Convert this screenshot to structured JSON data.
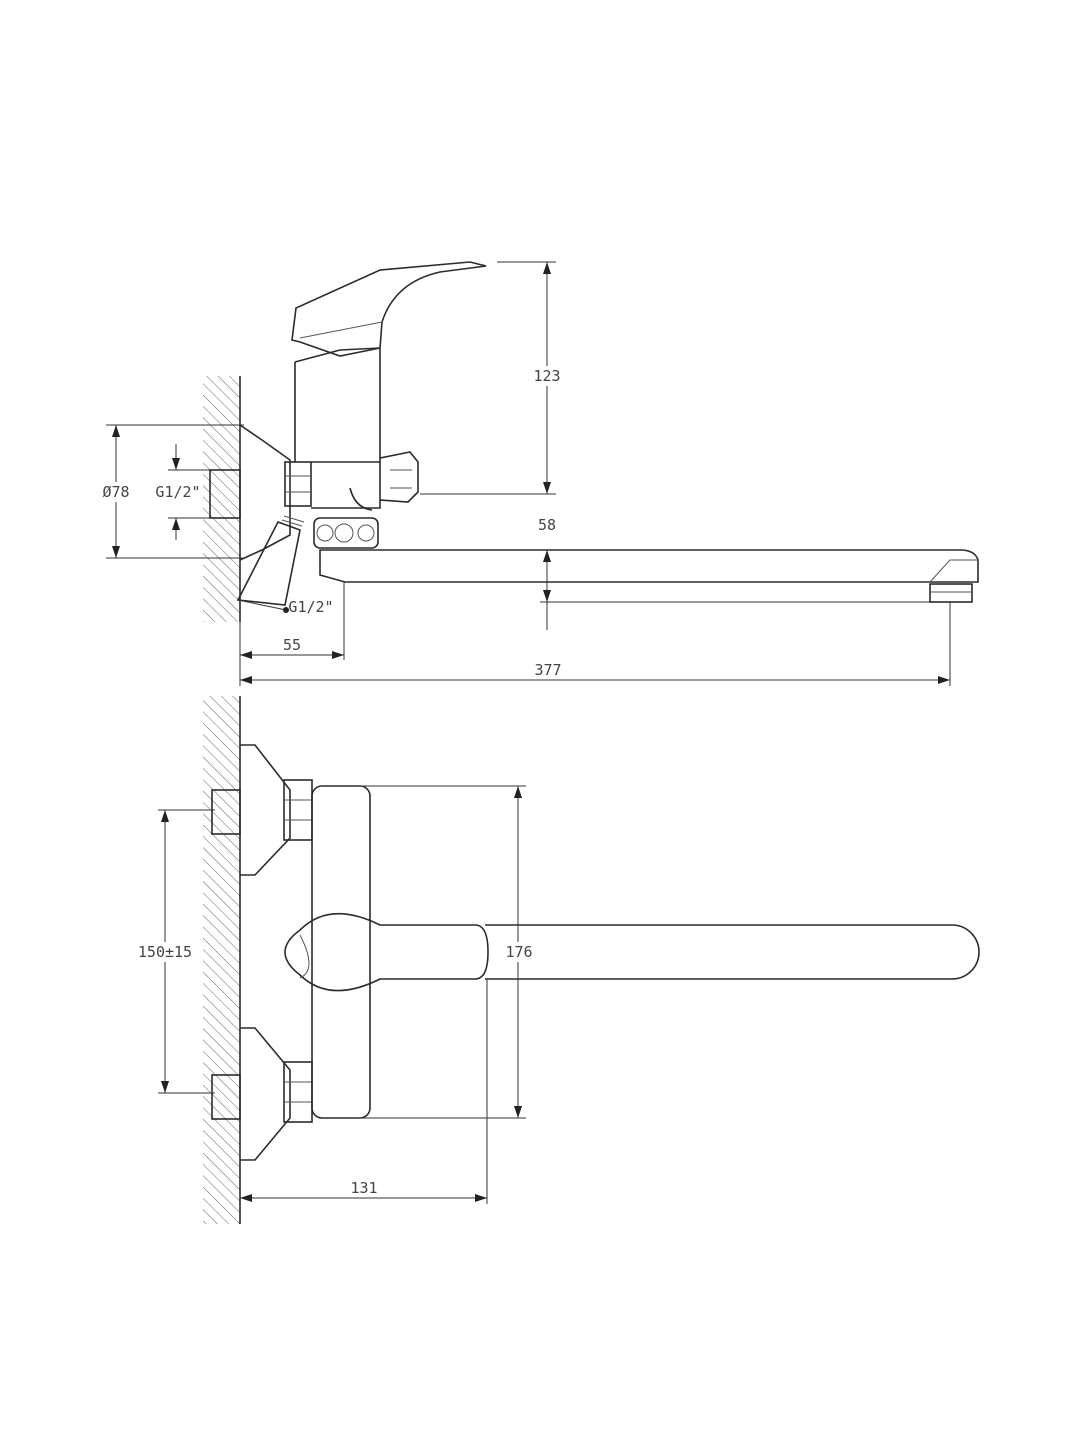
{
  "side_view": {
    "dimensions": {
      "height_lever": "123",
      "spout_height": "58",
      "flange_diameter": "Ø78",
      "inlet_thread": "G1/2\"",
      "shower_thread": "G1/2\"",
      "body_depth": "55",
      "total_reach": "377"
    }
  },
  "front_view": {
    "dimensions": {
      "inlet_spacing": "150±15",
      "body_height": "176",
      "body_projection": "131"
    }
  }
}
